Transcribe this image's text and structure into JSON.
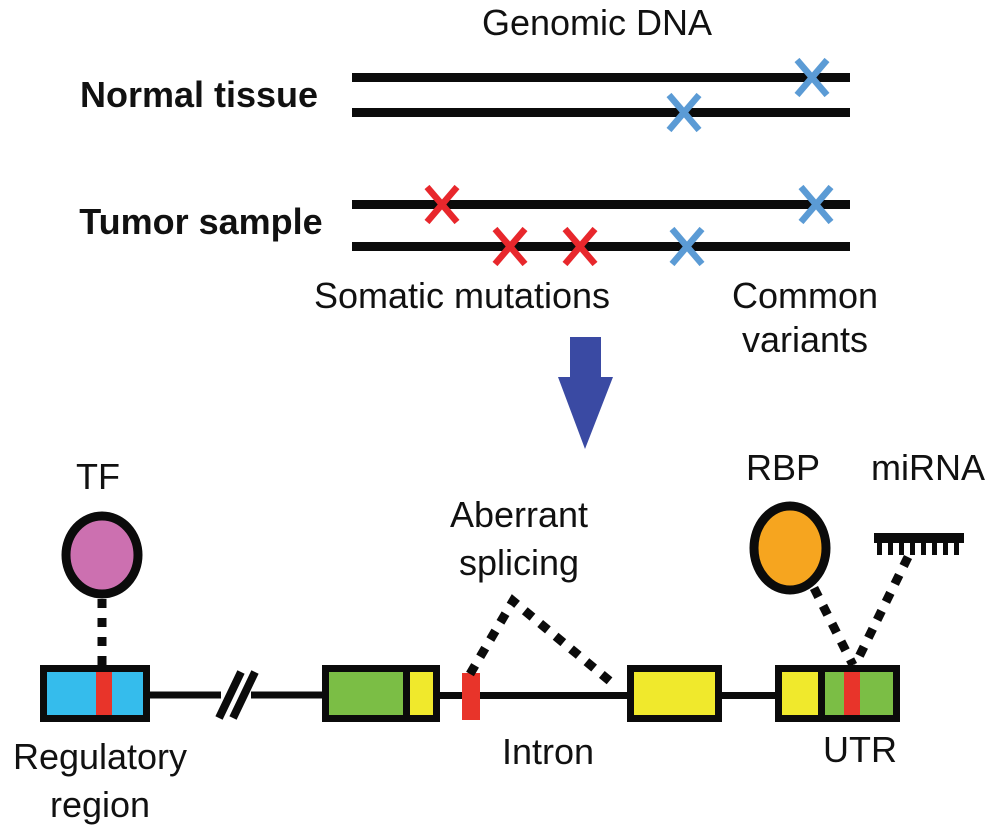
{
  "title": "Genomic DNA",
  "rows": {
    "normal_label": "Normal tissue",
    "tumor_label": "Tumor sample"
  },
  "annotations": {
    "somatic": "Somatic mutations",
    "common": "Common variants",
    "aberrant_splicing": "Aberrant\nsplicing",
    "intron": "Intron",
    "utr": "UTR",
    "tf": "TF",
    "rbp": "RBP",
    "mirna": "miRNA",
    "regulatory_region": "Regulatory\nregion"
  },
  "colors": {
    "blue_variant": "#5B9BD5",
    "red_mutation": "#E8272C",
    "arrow_blue": "#3A4AA3",
    "cyan_regulatory": "#35BCEC",
    "red_stripe": "#E8342A",
    "green_exon": "#7BBE45",
    "yellow_exon": "#F0E92C",
    "magenta_tf": "#CC70B0",
    "orange_rbp": "#F6A51F",
    "line_black": "#0b0b0b"
  }
}
